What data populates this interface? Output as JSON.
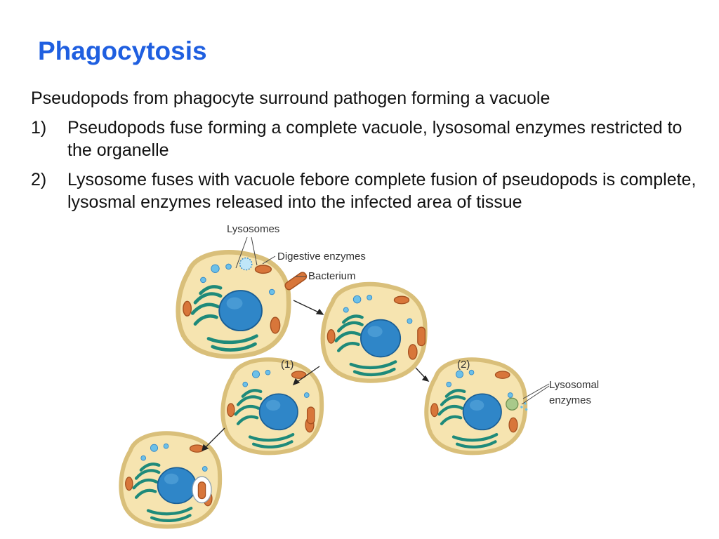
{
  "slide": {
    "title": "Phagocytosis",
    "lead": "Pseudopods from phagocyte surround pathogen forming a vacuole",
    "points": [
      {
        "num": "1)",
        "text": "Pseudopods fuse forming a complete vacuole, lysosomal enzymes restricted to the organelle"
      },
      {
        "num": "2)",
        "text": "Lysosome fuses with vacuole febore complete fusion of pseudopods is complete, lysosmal enzymes released into the infected area of tissue"
      }
    ]
  },
  "figure": {
    "labels": {
      "lysosomes": "Lysosomes",
      "digestive_enzymes": "Digestive enzymes",
      "bacterium": "Bacterium",
      "step1": "(1)",
      "step2": "(2)",
      "lysosomal_1": "Lysosomal",
      "lysosomal_2": "enzymes"
    }
  },
  "colors": {
    "title": "#1f5fe0",
    "cytoplasm": "#f6e4b0",
    "membrane": "#d9bf7a",
    "nucleus": "#2f86c8",
    "golgi": "#1e8a7a",
    "mitochondria": "#d8763a",
    "lysosome": "#6cc0e8"
  }
}
